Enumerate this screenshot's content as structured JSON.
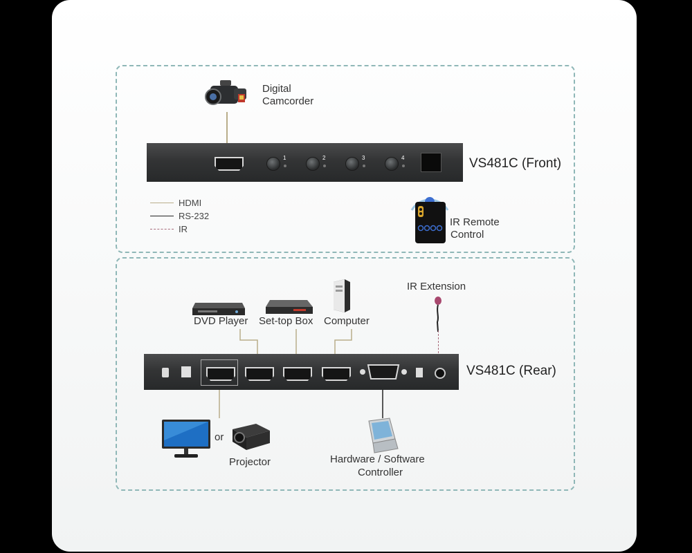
{
  "front": {
    "title": "VS481C (Front)",
    "camcorder": [
      "Digital",
      "Camcorder"
    ],
    "buttons": [
      "1",
      "2",
      "3",
      "4"
    ],
    "remote": [
      "IR Remote",
      "Control"
    ]
  },
  "legend": [
    {
      "label": "HDMI",
      "style": "hdmi",
      "color": "#b9ad8a"
    },
    {
      "label": "RS-232",
      "style": "serial",
      "color": "#222222"
    },
    {
      "label": "IR",
      "style": "ir",
      "color": "#a86b7a"
    }
  ],
  "rear": {
    "title": "VS481C (Rear)",
    "ir_extension": "IR Extension",
    "dvd": "DVD Player",
    "settop": "Set-top Box",
    "computer": "Computer",
    "or": "or",
    "projector": "Projector",
    "controller": [
      "Hardware / Software",
      "Controller"
    ]
  },
  "colors": {
    "frame": "#8fb7b7",
    "device": "#333435",
    "accent_blue": "#3d6fd1"
  }
}
